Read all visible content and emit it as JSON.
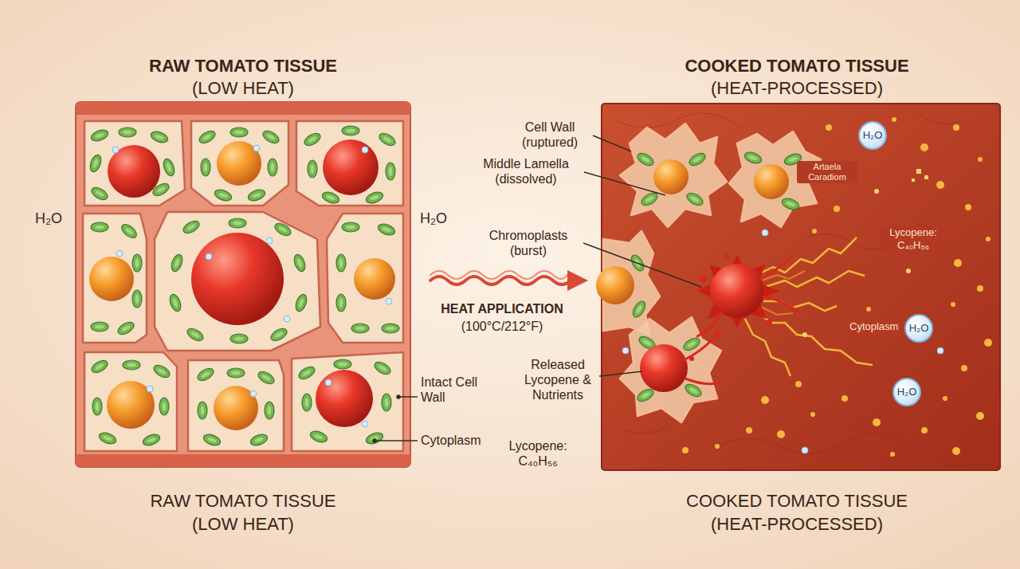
{
  "diagram": {
    "nodes": [
      {
        "text": [
          "H₂O"
        ]
      },
      {
        "text": [
          "H₂O"
        ]
      },
      {
        "text": [
          "H₂O"
        ]
      }
    ],
    "labels": [
      "RAW TOMATO TISSUE",
      "(LOW HEAT)",
      "COOKED TOMATO TISSUE",
      "(HEAT-PROCESSED)",
      "H₂O",
      "H₂O",
      "HEAT APPLICATION",
      "(100°C/212°F)",
      "Intact Cell Wall",
      "Cytoplasm",
      "Cell Wall (ruptured)",
      "Middle Lamella (dissolved)",
      "Chromoplasts (burst)",
      "Released Lycopene & Nutrients",
      "Lycopene: C₄₀H₅₆",
      "Artaela Caradiom",
      "Lycopene: C₄₀H₅₆",
      "Cytoplasm",
      "RAW TOMATO TISSUE",
      "(LOW HEAT)",
      "COOKED TOMATO TISSUE",
      "(HEAT-PROCESSED)"
    ]
  }
}
